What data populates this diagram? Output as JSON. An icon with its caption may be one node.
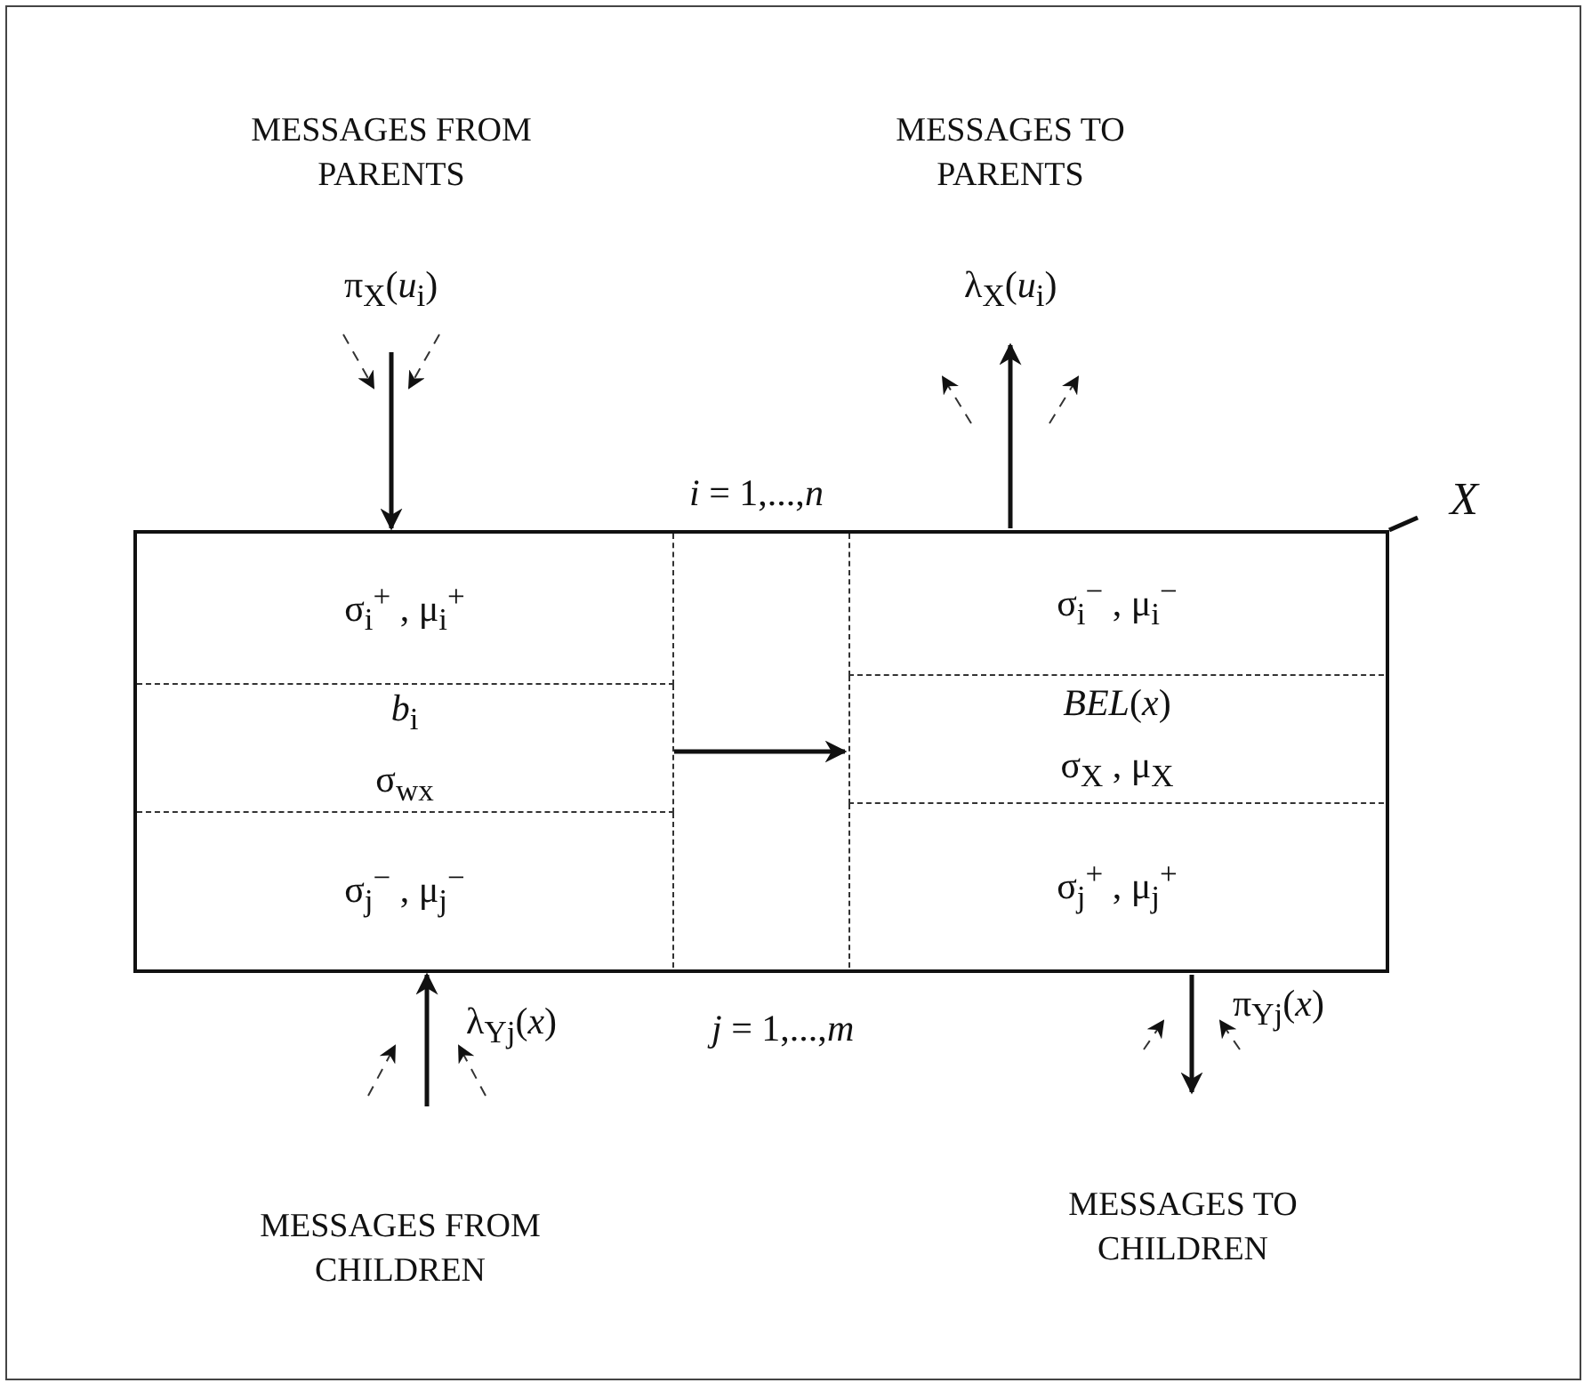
{
  "diagram": {
    "nodes": [
      {
        "text": [
          "*X*"
        ]
      },
      {
        "text": [
          "σ$_{i}$$^{+}$ , μ$_{i}$$^{+}$"
        ],
        "in": 0
      },
      {
        "text": [
          "*b*$_{i}$",
          "σ$_{wx}$"
        ],
        "in": 0
      },
      {
        "text": [
          "σ$_{j}$$^{−}$ , μ$_{j}$$^{−}$"
        ],
        "in": 0
      },
      {
        "text": [
          "σ$_{i}$$^{−}$ , μ$_{i}$$^{−}$"
        ],
        "in": 0
      },
      {
        "text": [
          "*BEL*(*x*)",
          "σ$_{X}$ , μ$_{X}$"
        ],
        "in": 0
      },
      {
        "text": [
          "σ$_{j}$$^{+}$ , μ$_{j}$$^{+}$"
        ],
        "in": 0
      }
    ],
    "edges": [
      {
        "from": null,
        "to": 0,
        "arrow": "to",
        "label": "π$_{X}$(*u*$_{i}$)"
      },
      {
        "from": 0,
        "to": null,
        "arrow": "to",
        "label": "λ$_{X}$(*u*$_{i}$)"
      },
      {
        "from": null,
        "to": 0,
        "arrow": "to",
        "label": "λ$_{Yj}$(*x*)"
      },
      {
        "from": 0,
        "to": null,
        "arrow": "to",
        "label": "π$_{Yj}$(*x*)"
      },
      {
        "from": 2,
        "to": 5,
        "arrow": "to"
      }
    ],
    "labels": [
      "MESSAGES FROM PARENTS",
      "MESSAGES TO PARENTS",
      "*i* = 1,...,*n*",
      "*j* = 1,...,*m*",
      "MESSAGES FROM CHILDREN",
      "MESSAGES TO CHILDREN"
    ]
  }
}
